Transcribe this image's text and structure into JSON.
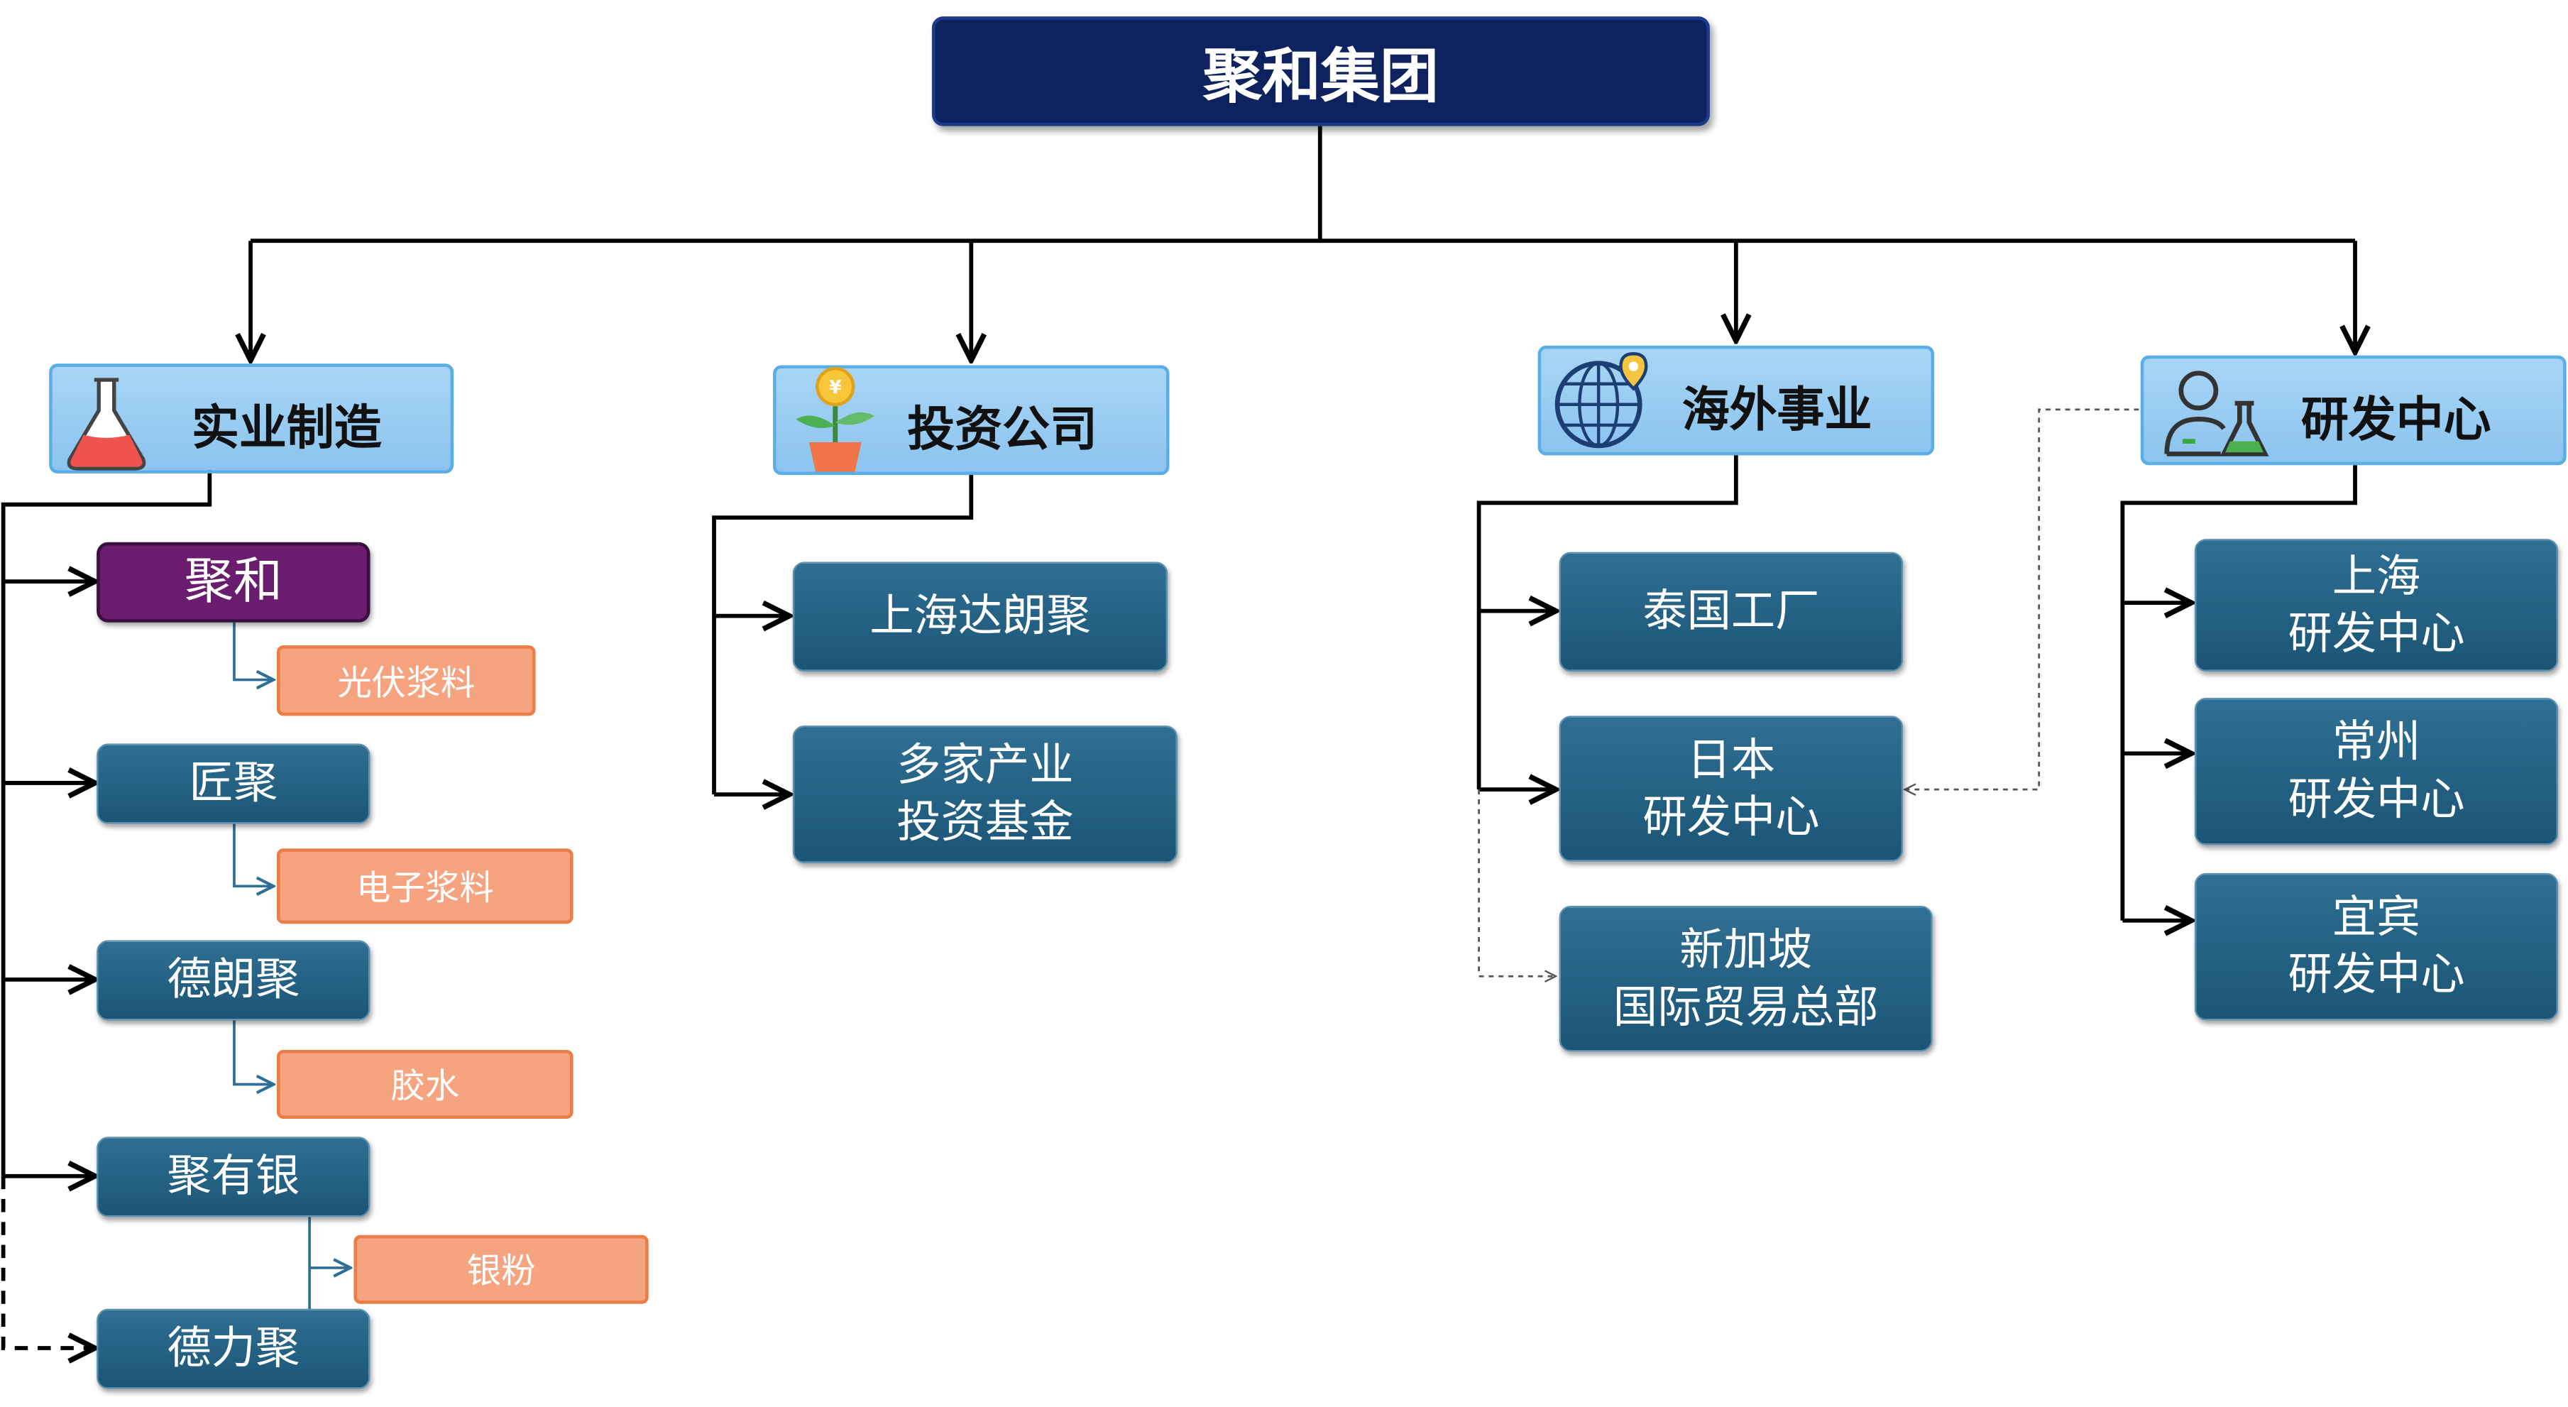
{
  "root": {
    "label": "聚和集团"
  },
  "colors": {
    "root_fill": "#0e2260",
    "category_fill": "#a8d5f5",
    "unit_fill": "#1b5576",
    "highlight_fill": "#6a1c6e",
    "product_fill": "#f6a47f"
  },
  "categories": {
    "manufacturing": {
      "label": "实业制造",
      "icon": "flask-icon",
      "units": [
        {
          "label": "聚和",
          "product": "光伏浆料"
        },
        {
          "label": "匠聚",
          "product": "电子浆料"
        },
        {
          "label": "德朗聚",
          "product": "胶水"
        },
        {
          "label": "聚有银",
          "product": "银粉"
        },
        {
          "label": "德力聚"
        }
      ]
    },
    "investment": {
      "label": "投资公司",
      "icon": "money-plant-icon",
      "units": [
        {
          "label": "上海达朗聚"
        },
        {
          "line1": "多家产业",
          "line2": "投资基金"
        }
      ]
    },
    "overseas": {
      "label": "海外事业",
      "icon": "globe-icon",
      "units": [
        {
          "label": "泰国工厂"
        },
        {
          "line1": "日本",
          "line2": "研发中心"
        },
        {
          "line1": "新加坡",
          "line2": "国际贸易总部"
        }
      ]
    },
    "rnd": {
      "label": "研发中心",
      "icon": "scientist-icon",
      "units": [
        {
          "line1": "上海",
          "line2": "研发中心"
        },
        {
          "line1": "常州",
          "line2": "研发中心"
        },
        {
          "line1": "宜宾",
          "line2": "研发中心"
        }
      ]
    }
  }
}
